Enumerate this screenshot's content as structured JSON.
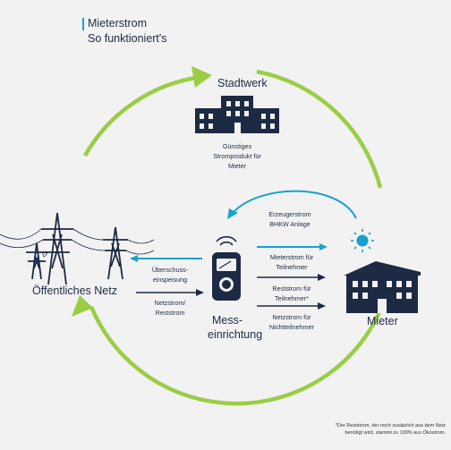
{
  "title": {
    "line1": "Mieterstrom",
    "line2": "So funktioniert's"
  },
  "nodes": {
    "stadtwerk": {
      "label": "Stadtwerk",
      "desc_line1": "Günstiges",
      "desc_line2": "Stromprodukt für",
      "desc_line3": "Mieter"
    },
    "netz": {
      "label": "Öffentliches Netz"
    },
    "messeinrichtung": {
      "label_line1": "Mess-",
      "label_line2": "einrichtung"
    },
    "mieter": {
      "label": "Mieter"
    }
  },
  "flows": {
    "erzeugerstrom": {
      "line1": "Erzeugerstrom",
      "line2": "BHKW Anlage"
    },
    "ueberschuss": {
      "line1": "Überschuss-",
      "line2": "einspeisung"
    },
    "netzstrom": {
      "line1": "Netzstrom/",
      "line2": "Reststrom"
    },
    "mieterstrom_tn": {
      "line1": "Mieterstrom für",
      "line2": "Teilnehmer"
    },
    "reststrom_tn": {
      "line1": "Reststrom für",
      "line2": "Teilnehmer*"
    },
    "netzstrom_ntn": {
      "line1": "Netzstrom für",
      "line2": "Nichtteilnehmer"
    }
  },
  "footnote": {
    "line1": "*Der Reststrom, der noch zusätzlich aus dem Netz",
    "line2": "benötigt wird, stammt zu 100% aus Ökostrom."
  },
  "colors": {
    "background": "#f2f2f2",
    "navy": "#1d2a44",
    "cycle_green": "#9acd45",
    "flow_blue": "#1aa0d0"
  }
}
